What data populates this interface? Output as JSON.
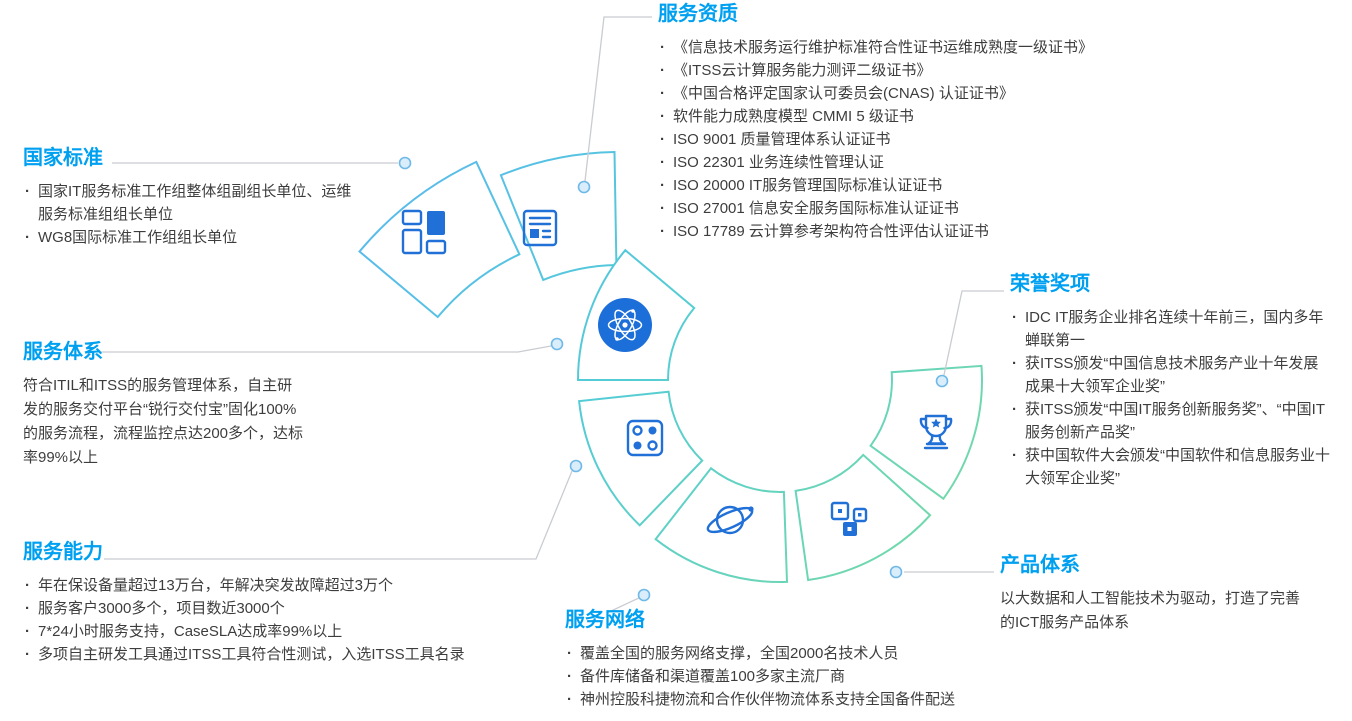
{
  "colors": {
    "accent_title_blue": "#00a0f0",
    "body_text": "#3d3d3d",
    "icon_blue": "#2070d8",
    "atom_fill_blue": "#1c6fd8",
    "ring_gradient_start": "#5ab6f2",
    "ring_gradient_mid": "#53ccd6",
    "ring_gradient_end": "#7bdca0",
    "connector_line": "#c9ccd1",
    "connector_dot_fill": "#d9edfb",
    "connector_dot_stroke": "#6fb9e8"
  },
  "icons": [
    "dashboard-grid-icon",
    "certificate-document-icon",
    "atom-network-icon",
    "apps-grid-icon",
    "planet-orbit-icon",
    "cubes-icon",
    "trophy-icon"
  ],
  "sections": {
    "national_standards": {
      "title": "国家标准",
      "items": [
        "国家IT服务标准工作组整体组副组长单位、运维服务标准组组长单位",
        "WG8国际标准工作组组长单位"
      ]
    },
    "service_qualifications": {
      "title": "服务资质",
      "items": [
        "《信息技术服务运行维护标准符合性证书运维成熟度一级证书》",
        "《ITSS云计算服务能力测评二级证书》",
        "《中国合格评定国家认可委员会(CNAS) 认证证书》",
        "软件能力成熟度模型 CMMI 5 级证书",
        "ISO 9001 质量管理体系认证证书",
        "ISO 22301 业务连续性管理认证",
        "ISO 20000 IT服务管理国际标准认证证书",
        "ISO 27001 信息安全服务国际标准认证证书",
        "ISO 17789 云计算参考架构符合性评估认证证书"
      ]
    },
    "service_system": {
      "title": "服务体系",
      "text": "符合ITIL和ITSS的服务管理体系，自主研发的服务交付平台“锐行交付宝”固化100%的服务流程，流程监控点达200多个，达标率99%以上"
    },
    "honors_awards": {
      "title": "荣誉奖项",
      "items": [
        "IDC IT服务企业排名连续十年前三，国内多年蝉联第一",
        "获ITSS颁发“中国信息技术服务产业十年发展成果十大领军企业奖”",
        "获ITSS颁发“中国IT服务创新服务奖”、“中国IT服务创新产品奖”",
        "获中国软件大会颁发“中国软件和信息服务业十大领军企业奖”"
      ]
    },
    "service_capability": {
      "title": "服务能力",
      "items": [
        "年在保设备量超过13万台，年解决突发故障超过3万个",
        "服务客户3000多个，项目数近3000个",
        "7*24小时服务支持，CaseSLA达成率99%以上",
        "多项自主研发工具通过ITSS工具符合性测试，入选ITSS工具名录"
      ]
    },
    "product_system": {
      "title": "产品体系",
      "text": "以大数据和人工智能技术为驱动，打造了完善的ICT服务产品体系"
    },
    "service_network": {
      "title": "服务网络",
      "items": [
        "覆盖全国的服务网络支撑，全国2000名技术人员",
        "备件库储备和渠道覆盖100多家主流厂商",
        "神州控股科捷物流和合作伙伴物流体系支持全国备件配送"
      ]
    }
  }
}
